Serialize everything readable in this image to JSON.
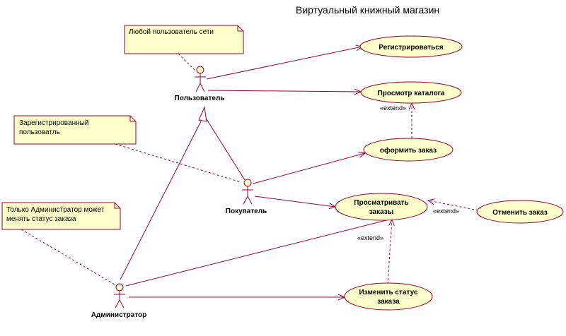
{
  "title": "Виртуальный книжный магазин",
  "colors": {
    "line": "#990033",
    "fill": "#ffffcc"
  },
  "actors": {
    "user": "Пользователь",
    "buyer": "Покупатель",
    "admin": "Администратор"
  },
  "use_cases": {
    "register": [
      "Регистрироваться"
    ],
    "browse": [
      "Просмотр каталога"
    ],
    "order": [
      "оформить заказ"
    ],
    "view_orders": [
      "Просматривать",
      "заказы"
    ],
    "cancel_order": [
      "Отменить заказ"
    ],
    "change_status": [
      "Изменить статус",
      "заказа"
    ]
  },
  "notes": {
    "any_user": [
      "Любой пользователь сети"
    ],
    "registered": [
      "Зарегистрированный",
      "пользоватль"
    ],
    "admin_only": [
      "Только Администратор может",
      "менять статус заказа"
    ]
  },
  "stereotypes": {
    "extend_browse": "«extend»",
    "extend_view": "«extend»",
    "extend_cancel": "«extend»"
  }
}
